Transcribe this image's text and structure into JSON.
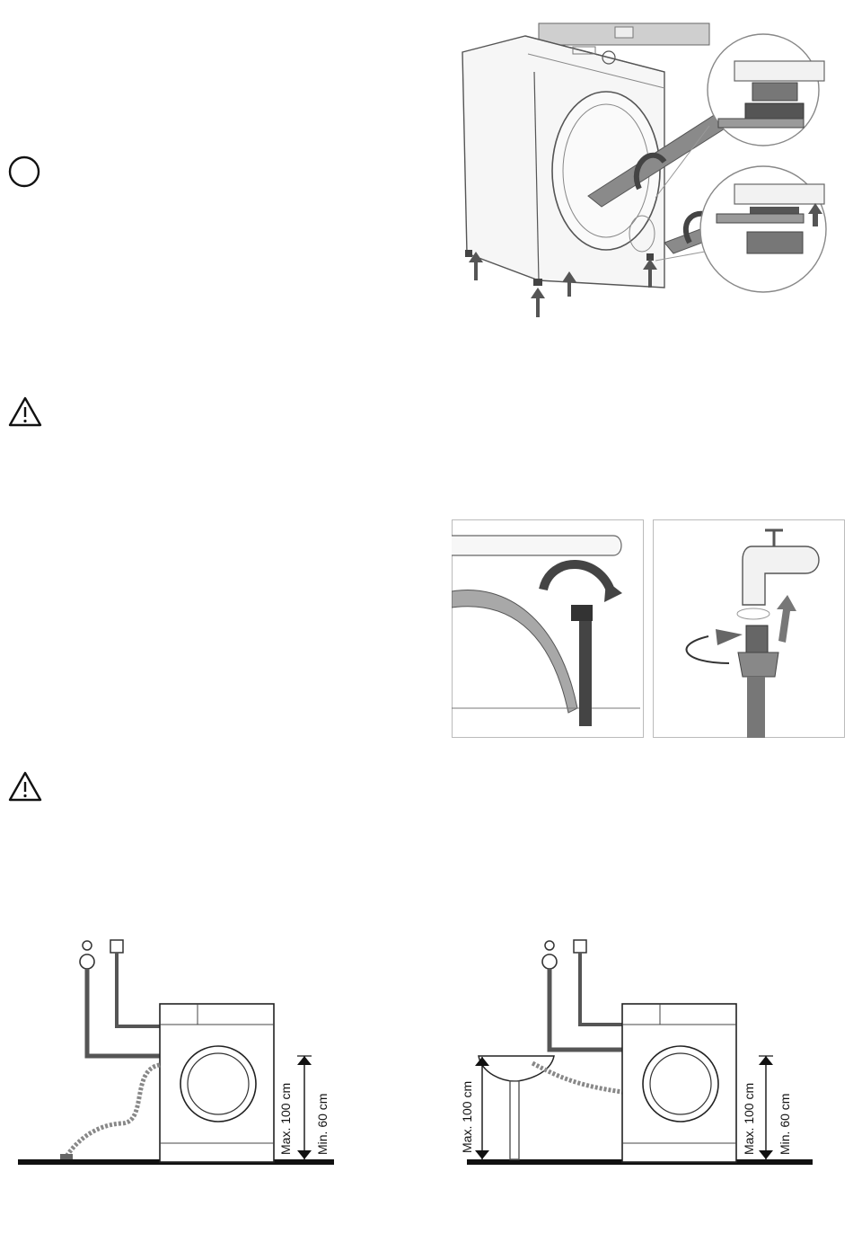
{
  "icons": {
    "info": "info-circle-icon",
    "warning": "warning-triangle-icon"
  },
  "drain_diagrams": {
    "floor_drain": {
      "max_label": "Max. 100 cm",
      "min_label": "Min. 60 cm"
    },
    "sink_drain": {
      "sink_max_label": "Max. 100 cm",
      "max_label": "Max. 100 cm",
      "min_label": "Min. 60 cm"
    }
  }
}
